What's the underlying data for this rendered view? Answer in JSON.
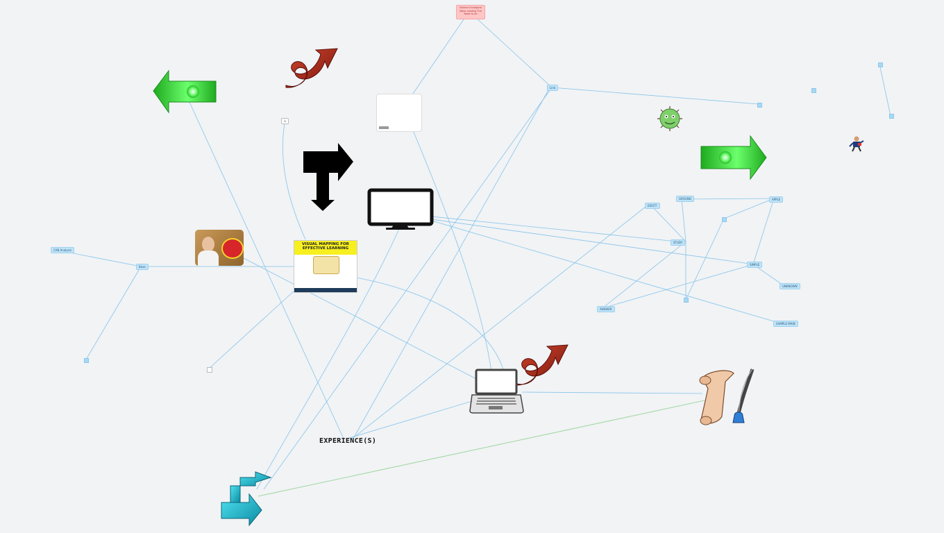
{
  "top_note": {
    "text": "Distinct Ecological Ways Leading The Road to All"
  },
  "experience_label": "EXPERIENCE(S)",
  "book": {
    "title": "VISUAL MAPPING FOR EFFECTIVE LEARNING"
  },
  "nodes": {
    "left_node_a": "CAB Analysis",
    "left_node_b": "Base",
    "top_node": "Link",
    "cluster_exist": "EXIST?",
    "cluster_ground": "GROUND",
    "cluster_apple": "APPLE",
    "cluster_study": "STUDY",
    "cluster_simple": "SIMPLE",
    "cluster_unknown": "UNKNOWN",
    "cluster_answer": "ANSWER",
    "cluster_sample": "SAMPLE MAIN",
    "small_note": "iv"
  },
  "icons": [
    "green-arrow-left-icon",
    "green-arrow-right-icon",
    "red-curl-arrow-icon",
    "black-t-arrow-icon",
    "monitor-icon",
    "laptop-icon",
    "virus-icon",
    "scroll-quill-icon",
    "cyan-step-arrow-icon",
    "person-figure-icon"
  ],
  "colors": {
    "edge": "#86c3ea",
    "green_edge": "#8cd08c",
    "node_fill": "#bfe3f8"
  }
}
